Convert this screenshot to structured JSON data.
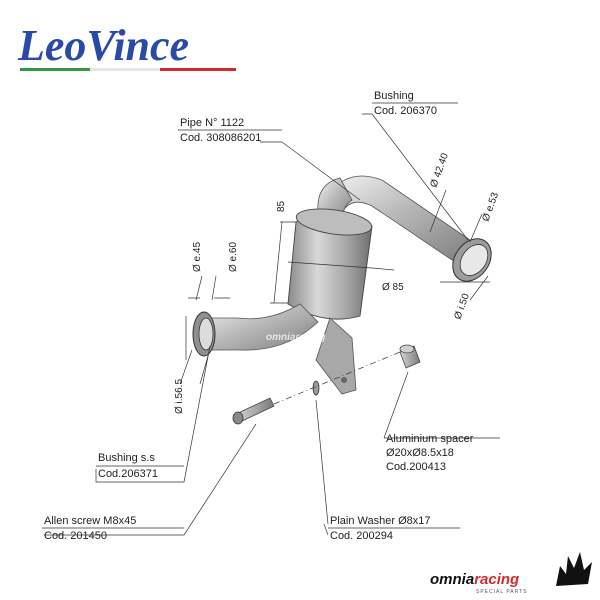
{
  "brand": {
    "name": "LeoVince",
    "flag_colors": [
      "#2e9a3e",
      "#ffffff",
      "#d42a2a"
    ],
    "text_color": "#2a4aa8"
  },
  "watermark": "omniaracing",
  "parts": {
    "pipe": {
      "line1": "Pipe N° 1122",
      "line2": "Cod. 308086201"
    },
    "bushing_top": {
      "line1": "Bushing",
      "line2": "Cod. 206370"
    },
    "bushing_ss": {
      "line1": "Bushing s.s",
      "line2": "Cod.206371"
    },
    "aluminium_spacer": {
      "line1": "Aluminium spacer",
      "line2": "Ø20xØ8.5x18",
      "line3": "Cod.200413"
    },
    "allen_screw": {
      "line1": "Allen screw M8x45",
      "line2": "Cod. 201450"
    },
    "plain_washer": {
      "line1": "Plain Washer Ø8x17",
      "line2": "Cod. 200294"
    }
  },
  "dimensions": {
    "d_42_40": "Ø 42.40",
    "d_e53": "Ø e.53",
    "d_i50": "Ø i.50",
    "d_85_h": "85",
    "d_85_diam": "Ø 85",
    "d_e45": "Ø e.45",
    "d_e60": "Ø e.60",
    "d_i56_5": "Ø i.56.5"
  },
  "seller": {
    "name": "omniaracing",
    "sub": "SPECIAL PARTS",
    "colors": {
      "omnia": "#111111",
      "racing": "#d42a2a"
    }
  }
}
